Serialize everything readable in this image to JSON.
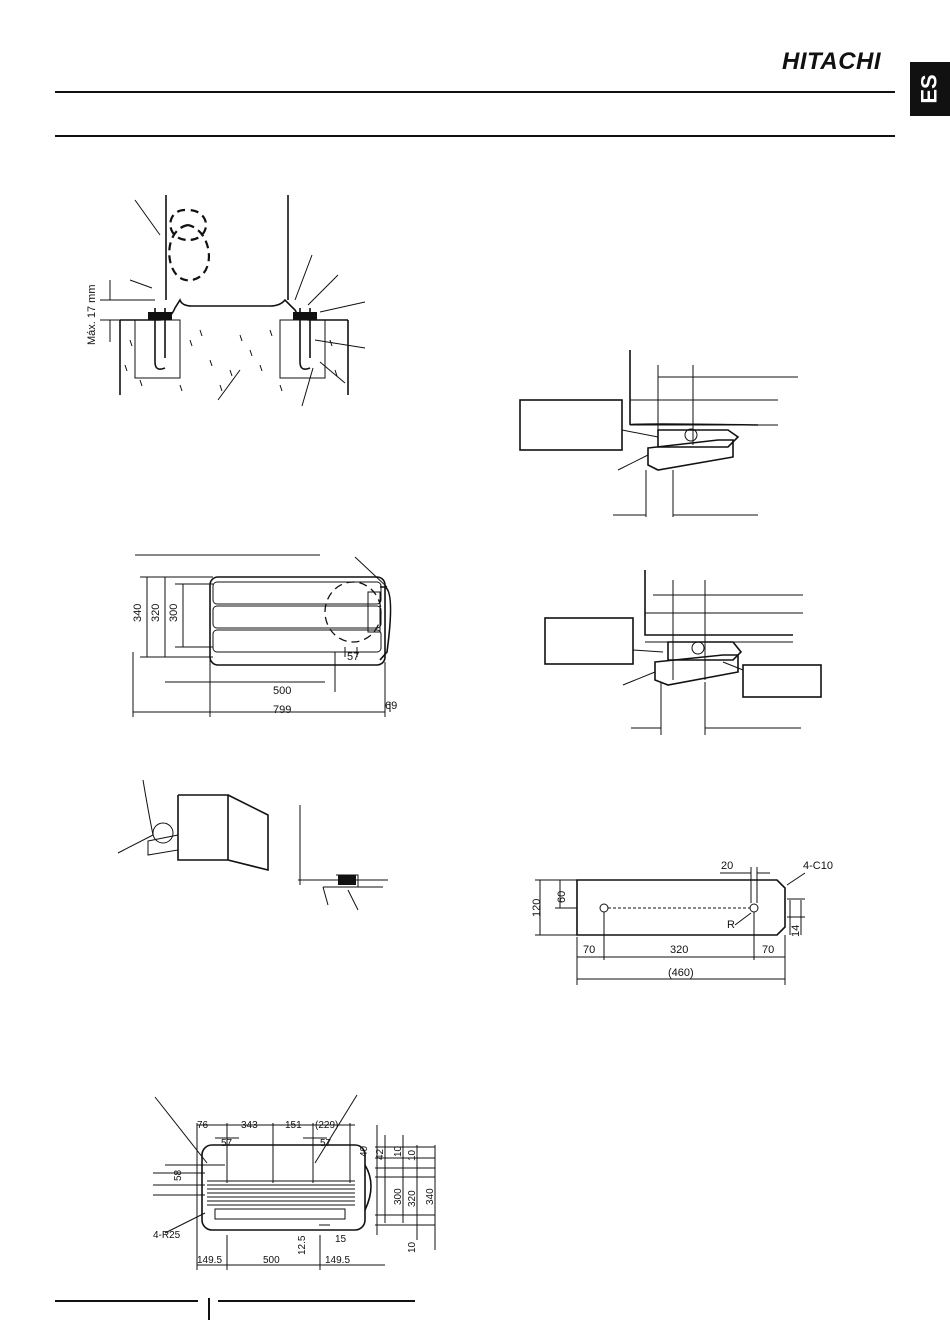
{
  "header": {
    "brand": "HITACHI",
    "lang": "ES"
  },
  "fig_foundation": {
    "max_label": "Máx. 17 mm"
  },
  "fig_base": {
    "dims": [
      "340",
      "320",
      "300",
      "57",
      "500",
      "799",
      "69"
    ]
  },
  "fig_plate": {
    "dims": [
      "20",
      "4-C10",
      "120",
      "60",
      "R",
      "14",
      "70",
      "320",
      "70",
      "(460)"
    ]
  },
  "fig_bottom": {
    "top_dims": [
      "76",
      "343",
      "151",
      "(229)"
    ],
    "small_dims": [
      "57",
      "57"
    ],
    "side_dims": [
      "58",
      "40",
      "42",
      "10",
      "10",
      "300",
      "320",
      "340",
      "10"
    ],
    "bottom_dims": [
      "149.5",
      "500",
      "149.5"
    ],
    "misc_dims": [
      "4-R25",
      "12.5",
      "15"
    ]
  }
}
